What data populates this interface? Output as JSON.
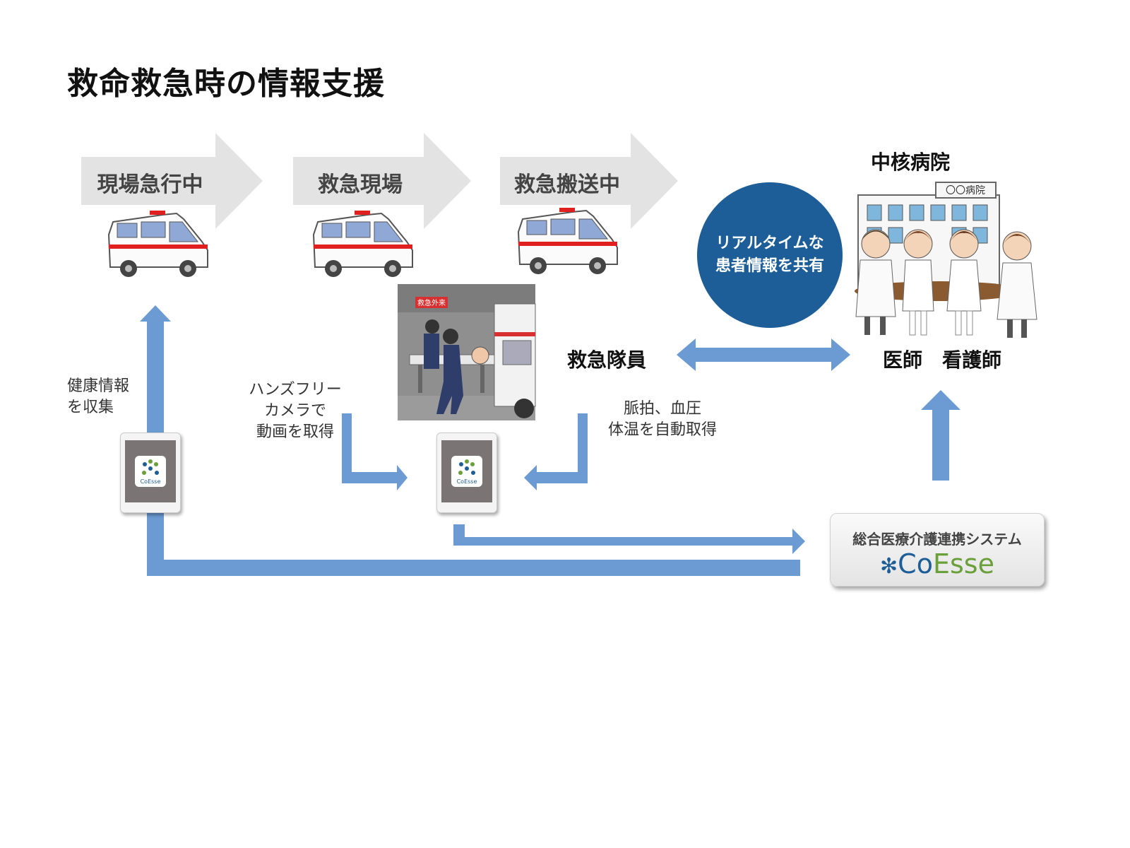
{
  "title": "救命救急時の情報支援",
  "stages": [
    {
      "label": "現場急行中"
    },
    {
      "label": "救急現場"
    },
    {
      "label": "救急搬送中"
    }
  ],
  "hospital": {
    "title": "中核病院",
    "sign": "〇〇病院",
    "staff_label": "医師　看護師"
  },
  "circle": {
    "line1": "リアルタイムな",
    "line2": "患者情報を共有"
  },
  "emt_label": "救急隊員",
  "scene_sign": "救急外来",
  "annotations": {
    "health": [
      "健康情報",
      "を収集"
    ],
    "camera": [
      "ハンズフリー",
      "カメラで",
      "動画を取得"
    ],
    "vitals": [
      "脈拍、血圧",
      "体温を自動取得"
    ]
  },
  "system": {
    "name": "総合医療介護連携システム",
    "brand_co": "Co",
    "brand_esse": "Esse"
  },
  "tablet_app": "CoEsse",
  "colors": {
    "arrow_gray": "#e3e3e3",
    "flow_blue": "#6b9bd2",
    "circle_blue": "#1d5e98",
    "brand_green": "#6aa03a"
  }
}
